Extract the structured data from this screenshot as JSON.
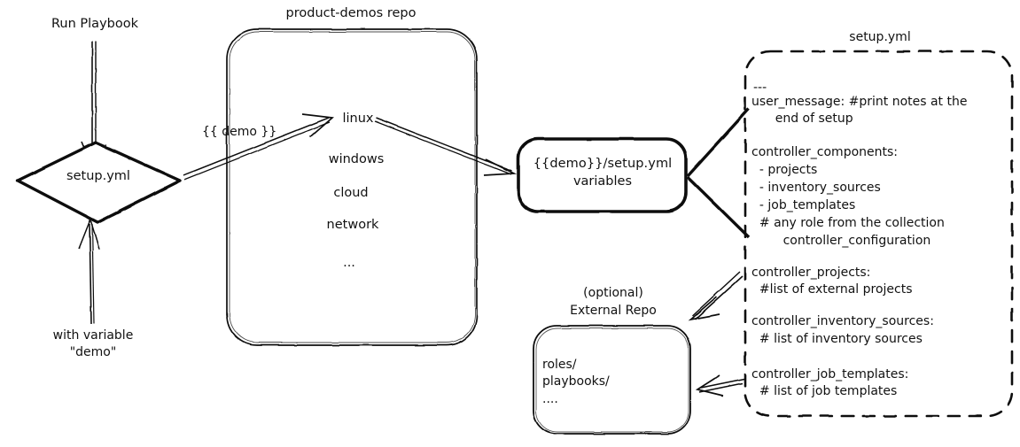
{
  "diagram": {
    "title": "Ansible product-demos setup.yml flow",
    "stroke_color": "#111111",
    "background_color": "#ffffff"
  },
  "entry": {
    "run_label": "Run Playbook",
    "node_label": "setup.yml",
    "variable_note_line1": "with variable",
    "variable_note_line2": "\"demo\""
  },
  "repo": {
    "title": "product-demos repo",
    "items": [
      "linux",
      "windows",
      "cloud",
      "network",
      "..."
    ]
  },
  "edges": {
    "demo_var_label": "{{ demo }}"
  },
  "variables_box": {
    "line1": "{{demo}}/setup.yml",
    "line2": "variables"
  },
  "external_repo": {
    "title_line1": "(optional)",
    "title_line2": "External Repo",
    "items": [
      "roles/",
      "playbooks/",
      "...."
    ]
  },
  "setup_panel": {
    "title": "setup.yml",
    "lines": [
      "---",
      "user_message: #print notes at the",
      "      end of setup",
      "",
      "controller_components:",
      "  - projects",
      "  - inventory_sources",
      "  - job_templates",
      "  # any role from the collection",
      "        controller_configuration",
      "",
      "controller_projects:",
      "  #list of external projects",
      "",
      "controller_inventory_sources:",
      "  # list of inventory sources",
      "",
      "controller_job_templates:",
      "  # list of job templates"
    ]
  }
}
